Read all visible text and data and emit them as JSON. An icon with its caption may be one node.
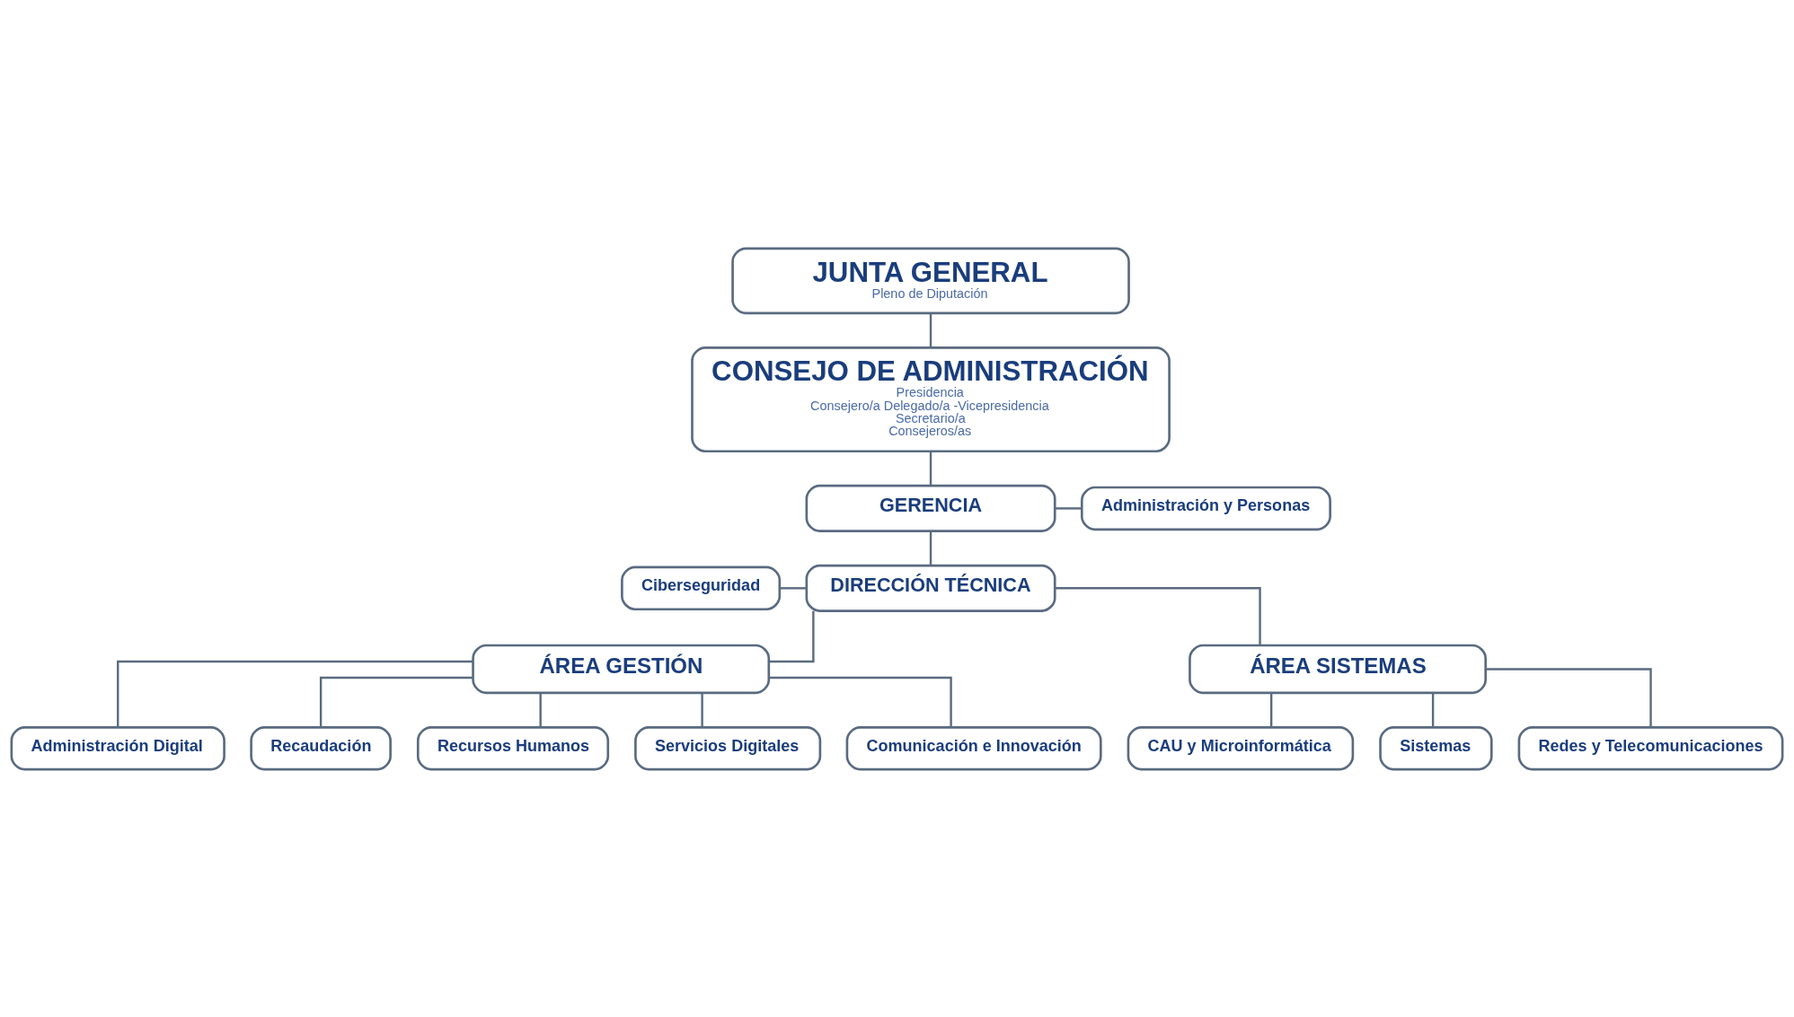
{
  "diagram": {
    "nodes": [
      {
        "text": [
          "JUNTA GENERAL",
          "Pleno de Diputación"
        ]
      },
      {
        "text": [
          "CONSEJO DE ADMINISTRACIÓN",
          "Presidencia",
          "Consejero/a Delegado/a -Vicepresidencia",
          "Secretario/a",
          "Consejeros/as"
        ]
      },
      {
        "text": [
          "GERENCIA"
        ]
      },
      {
        "text": [
          "Administración y Personas"
        ]
      },
      {
        "text": [
          "Ciberseguridad"
        ]
      },
      {
        "text": [
          "DIRECCIÓN TÉCNICA"
        ]
      },
      {
        "text": [
          "ÁREA GESTIÓN"
        ]
      },
      {
        "text": [
          "ÁREA SISTEMAS"
        ]
      },
      {
        "text": [
          "Administración Digital"
        ]
      },
      {
        "text": [
          "Recaudación"
        ]
      },
      {
        "text": [
          "Recursos Humanos"
        ]
      },
      {
        "text": [
          "Servicios Digitales"
        ]
      },
      {
        "text": [
          "Comunicación e Innovación"
        ]
      },
      {
        "text": [
          "CAU y Microinformática"
        ]
      },
      {
        "text": [
          "Sistemas"
        ]
      },
      {
        "text": [
          "Redes y Telecomunicaciones"
        ]
      }
    ],
    "edges": [
      {
        "from": 0,
        "to": 1,
        "arrow": "none"
      },
      {
        "from": 1,
        "to": 2,
        "arrow": "none"
      },
      {
        "from": 2,
        "to": 3,
        "arrow": "none"
      },
      {
        "from": 2,
        "to": 5,
        "arrow": "none"
      },
      {
        "from": 4,
        "to": 5,
        "arrow": "none"
      },
      {
        "from": 5,
        "to": 6,
        "arrow": "none"
      },
      {
        "from": 5,
        "to": 7,
        "arrow": "none"
      },
      {
        "from": 6,
        "to": 8,
        "arrow": "none"
      },
      {
        "from": 6,
        "to": 9,
        "arrow": "none"
      },
      {
        "from": 6,
        "to": 10,
        "arrow": "none"
      },
      {
        "from": 6,
        "to": 11,
        "arrow": "none"
      },
      {
        "from": 6,
        "to": 12,
        "arrow": "none"
      },
      {
        "from": 7,
        "to": 13,
        "arrow": "none"
      },
      {
        "from": 7,
        "to": 14,
        "arrow": "none"
      },
      {
        "from": 7,
        "to": 15,
        "arrow": "none"
      }
    ]
  }
}
